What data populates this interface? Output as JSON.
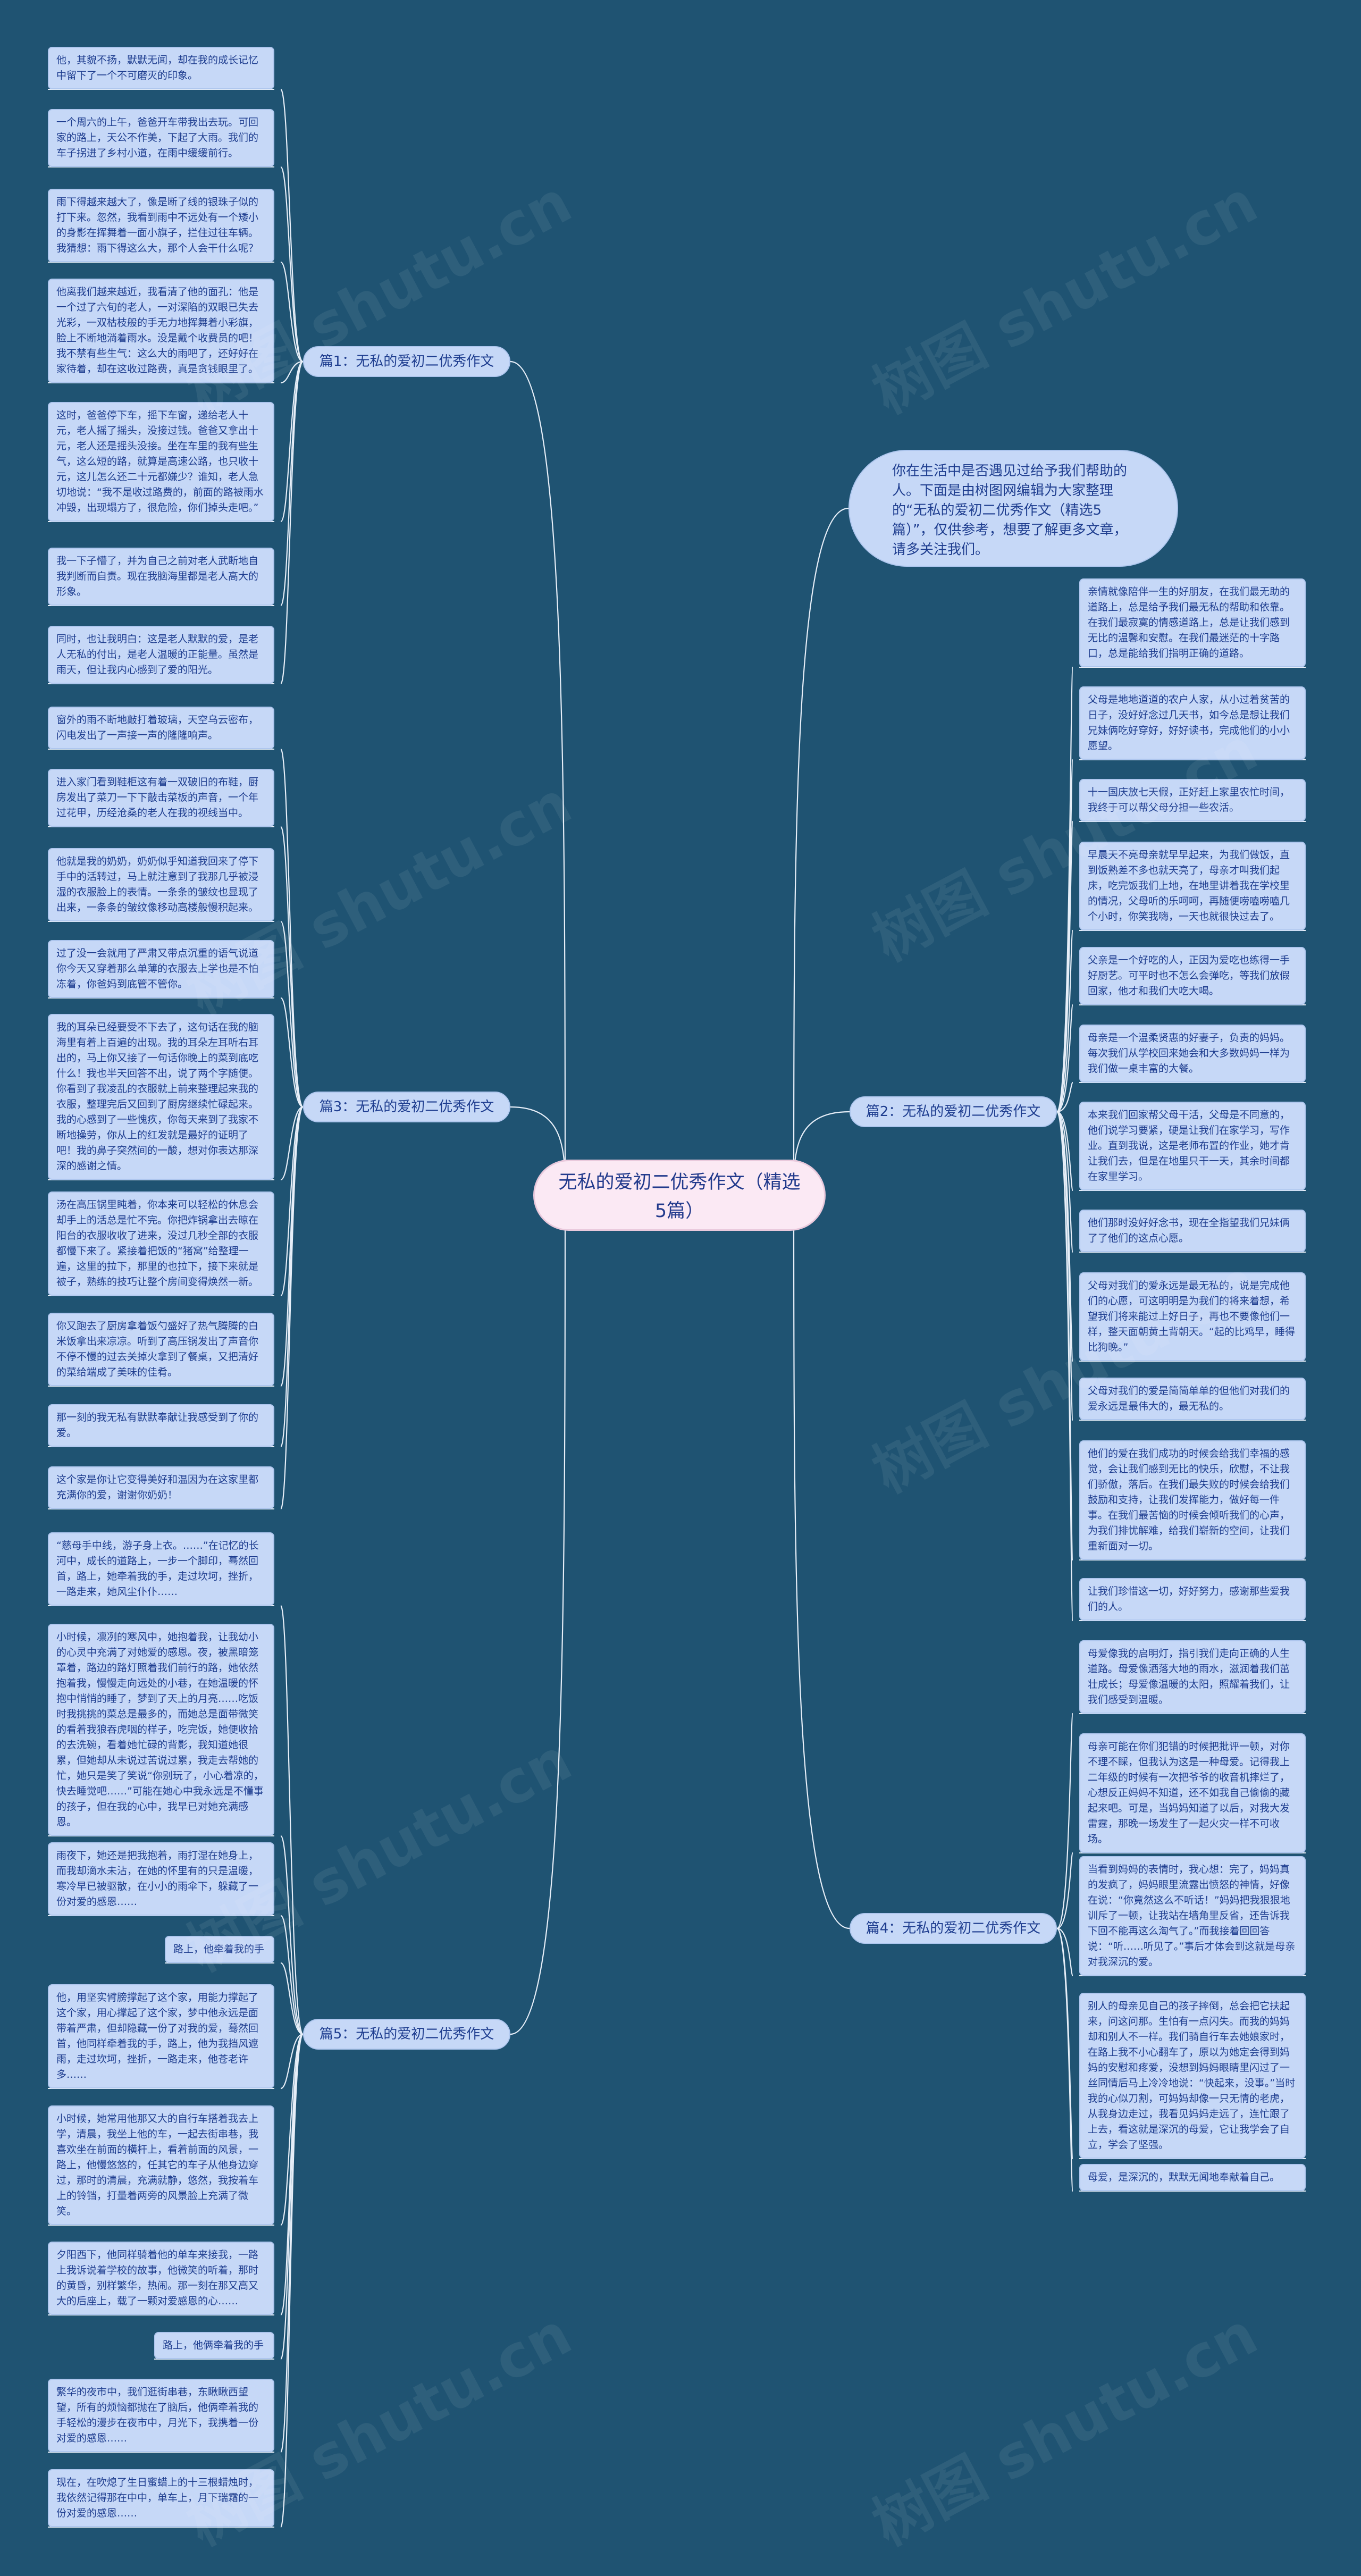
{
  "center": "无私的爱初二优秀作文（精选5篇）",
  "intro": "你在生活中是否遇见过给予我们帮助的人。下面是由树图网编辑为大家整理的“无私的爱初二优秀作文（精选5篇）”，仅供参考，想要了解更多文章，请多关注我们。",
  "branches": [
    {
      "label": "篇1：无私的爱初二优秀作文"
    },
    {
      "label": "篇2：无私的爱初二优秀作文"
    },
    {
      "label": "篇3：无私的爱初二优秀作文"
    },
    {
      "label": "篇4：无私的爱初二优秀作文"
    },
    {
      "label": "篇5：无私的爱初二优秀作文"
    }
  ],
  "leaves_b1": [
    "他，其貌不扬，默默无闻，却在我的成长记忆中留下了一个不可磨灭的印象。",
    "一个周六的上午，爸爸开车带我出去玩。可回家的路上，天公不作美，下起了大雨。我们的车子拐进了乡村小道，在雨中缓缓前行。",
    "雨下得越来越大了，像是断了线的银珠子似的打下来。忽然，我看到雨中不远处有一个矮小的身影在挥舞着一面小旗子，拦住过往车辆。我猜想：雨下得这么大，那个人会干什么呢？",
    "他离我们越来越近，我看清了他的面孔：他是一个过了六旬的老人，一对深陷的双眼已失去光彩，一双枯枝般的手无力地挥舞着小彩旗，脸上不断地淌着雨水。没是戴个收费员的吧！我不禁有些生气：这么大的雨吧了，还好好在家待着，却在这收过路费，真是贪钱眼里了。",
    "这时，爸爸停下车，摇下车窗，递给老人十元，老人摇了摇头，没接过钱。爸爸又拿出十元，老人还是摇头没接。坐在车里的我有些生气，这么短的路，就算是高速公路，也只收十元，这儿怎么还二十元都嫌少？谁知，老人急切地说：“我不是收过路费的，前面的路被雨水冲毁，出现塌方了，很危险，你们掉头走吧。”",
    "我一下子懵了，并为自己之前对老人武断地自我判断而自责。现在我脑海里都是老人高大的形象。",
    "同时，也让我明白：这是老人默默的爱，是老人无私的付出，是老人温暖的正能量。虽然是雨天，但让我内心感到了爱的阳光。"
  ],
  "leaves_b3": [
    "窗外的雨不断地敲打着玻璃，天空乌云密布，闪电发出了一声接一声的隆隆响声。",
    "进入家门看到鞋柜这有着一双破旧的布鞋，厨房发出了菜刀一下下敲击菜板的声音，一个年过花甲，历经沧桑的老人在我的视线当中。",
    "他就是我的奶奶，奶奶似乎知道我回来了停下手中的活转过，马上就注意到了我那几乎被浸湿的衣服脸上的表情。一条条的皱纹也显现了出来，一条条的皱纹像移动高楼般慢积起来。",
    "过了没一会就用了严肃又带点沉重的语气说道你今天又穿着那么单薄的衣服去上学也是不怕冻着，你爸妈到底管不管你。",
    "我的耳朵已经要受不下去了，这句话在我的脑海里有着上百遍的出现。我的耳朵左耳听右耳出的，马上你又接了一句话你晚上的菜到底吃什么！我也半天回答不出，说了两个字随便。你看到了我凌乱的衣服就上前来整理起来我的衣服，整理完后又回到了厨房继续忙碌起来。我的心感到了一些愧疚，你每天来到了我家不断地操劳，你从上的红发就是最好的证明了吧！我的鼻子突然间的一酸，想对你表达那深深的感谢之情。",
    "汤在高压锅里盹着，你本来可以轻松的休息会却手上的活总是忙不完。你把炸锅拿出去晾在阳台的衣服收收了进来，没过几秒全部的衣服都慢下来了。紧接着把饭的“猪窝”给整理一遍，这里的拉下，那里的也拉下，接下来就是被子，熟练的技巧让整个房间变得焕然一新。",
    "你又跑去了厨房拿着饭勺盛好了热气腾腾的白米饭拿出来凉凉。听到了高压锅发出了声音你不停不慢的过去关掉火拿到了餐桌，又把清好的菜给端成了美味的佳肴。",
    "那一刻的我无私有默默奉献让我感受到了你的爱。",
    "这个家是你让它变得美好和温因为在这家里都充满你的爱，谢谢你奶奶！"
  ],
  "leaves_b5": [
    "“慈母手中线，游子身上衣。……”在记忆的长河中，成长的道路上，一步一个脚印，蓦然回首，路上，她牵着我的手，走过坎坷，挫折，一路走来，她风尘仆仆……",
    "小时候，凛冽的寒风中，她抱着我，让我幼小的心灵中充满了对她爱的感恩。夜，被黑暗笼罩着，路边的路灯照着我们前行的路，她依然抱着我，慢慢走向远处的小巷，在她温暖的怀抱中悄悄的睡了，梦到了天上的月亮……吃饭时我挑挑的菜总是最多的，而她总是面带微笑的看着我狼吞虎咽的样子，吃完饭，她便收拾的去洗碗，看着她忙碌的背影，我知道她很累，但她却从未说过苦说过累，我走去帮她的忙，她只是笑了笑说“你别玩了，小心着凉的，快去睡觉吧……”可能在她心中我永远是不懂事的孩子，但在我的心中，我早已对她充满感恩。",
    "雨夜下，她还是把我抱着，雨打湿在她身上，而我却滴水未沾，在她的怀里有的只是温暖，寒冷早已被驱散，在小小的雨伞下，躲藏了一份对爱的感恩……",
    "路上，他牵着我的手",
    "他，用坚实臂膀撑起了这个家，用能力撑起了这个家，用心撑起了这个家，梦中他永远是面带着严肃，但却隐藏一份了对我的爱，蓦然回首，他同样牵着我的手，路上，他为我挡风遮雨，走过坎坷，挫折，一路走来，他苍老许多……",
    "小时候，她常用他那又大的自行车搭着我去上学，清晨，我坐上他的车，一起去街串巷，我喜欢坐在前面的横杆上，看着前面的风景，一路上，他慢悠悠的，任其它的车子从他身边穿过，那时的清晨，充满就静，悠然，我按着车上的铃铛，打量着两旁的风景脸上充满了微笑。",
    "夕阳西下，他同样骑着他的单车来接我，一路上我诉说着学校的故事，他微笑的听着，那时的黄昏，别样繁华，热闹。那一刻在那又高又大的后座上，载了一颗对爱感恩的心……",
    "路上，他俩牵着我的手",
    "繁华的夜市中，我们逛街串巷，东瞅瞅西望望，所有的烦恼都抛在了脑后，他俩牵着我的手轻松的漫步在夜市中，月光下，我携着一份对爱的感恩……",
    "现在，在吹熄了生日蜜蜡上的十三根蜡烛时，我依然记得那在中中，单车上，月下瑞霜的一份对爱的感恩……"
  ],
  "leaves_b2": [
    "亲情就像陪伴一生的好朋友，在我们最无助的道路上，总是给予我们最无私的帮助和依靠。在我们最寂寞的情感道路上，总是让我们感到无比的温馨和安慰。在我们最迷茫的十字路口，总是能给我们指明正确的道路。",
    "父母是地地道道的农户人家，从小过着贫苦的日子，没好好念过几天书，如今总是想让我们兄妹俩吃好穿好，好好读书，完成他们的小小愿望。",
    "十一国庆放七天假，正好赶上家里农忙时间，我终于可以帮父母分担一些农活。",
    "早晨天不亮母亲就早早起来，为我们做饭，直到饭熟差不多也就天亮了，母亲才叫我们起床，吃完饭我们上地，在地里讲着我在学校里的情况，父母听的乐呵呵，再随便唠嗑唠嗑几个小时，你笑我嗨，一天也就很快过去了。",
    "父亲是一个好吃的人，正因为爱吃也练得一手好厨艺。可平时也不怎么会弹吃，等我们放假回家，他才和我们大吃大喝。",
    "母亲是一个温柔贤惠的好妻子，负责的妈妈。每次我们从学校回来她会和大多数妈妈一样为我们做一桌丰富的大餐。",
    "本来我们回家帮父母干活，父母是不同意的，他们说学习要紧，硬是让我们在家学习，写作业。直到我说，这是老师布置的作业，她才肯让我们去，但是在地里只干一天，其余时间都在家里学习。",
    "他们那时没好好念书，现在全指望我们兄妹俩了了他们的这点心愿。",
    "父母对我们的爱永远是最无私的，说是完成他们的心愿，可这明明是为我们的将来着想，希望我们将来能过上好日子，再也不要像他们一样，整天面朝黄土背朝天。“起的比鸡早，睡得比狗晚。”",
    "父母对我们的爱是简简单单的但他们对我们的爱永远是最伟大的，最无私的。",
    "他们的爱在我们成功的时候会给我们幸福的感觉，会让我们感到无比的快乐，欣慰，不让我们骄傲，落后。在我们最失败的时候会给我们鼓励和支持，让我们发挥能力，做好每一件事。在我们最苦恼的时候会倾听我们的心声，为我们排忧解难，给我们崭新的空间，让我们重新面对一切。",
    "让我们珍惜这一切，好好努力，感谢那些爱我们的人。"
  ],
  "leaves_b4": [
    "母爱像我的启明灯，指引我们走向正确的人生道路。母爱像洒落大地的雨水，滋润着我们茁壮成长；母爱像温暖的太阳，照耀着我们，让我们感受到温暖。",
    "母亲可能在你们犯错的时候把批评一顿，对你不理不睬，但我认为这是一种母爱。记得我上二年级的时候有一次把爷爷的收音机摔烂了，心想反正妈妈不知道，还不如我自己偷偷的藏起来吧。可是，当妈妈知道了以后，对我大发雷霆，那晚一场发生了一起火灾一样不可收场。",
    "当看到妈妈的表情时，我心想：完了，妈妈真的发疯了，妈妈眼里流露出愤怒的神情，好像在说：“你竟然这么不听话！”妈妈把我狠狠地训斥了一顿，让我站在墙角里反省，还告诉我下回不能再这么淘气了。”而我接着回回答说：“听……听见了。”事后才体会到这就是母亲对我深沉的爱。",
    "别人的母亲见自己的孩子摔倒，总会把它扶起来，问这问那。生怕有一点闪失。而我的妈妈却和别人不一样。我们骑自行车去她娘家时，在路上我不小心翻车了，原以为她定会得到妈妈的安慰和疼爱，没想到妈妈眼睛里闪过了一丝同情后马上冷冷地说：“快起来，没事。”当时我的心似刀割，可妈妈却像一只无情的老虎，从我身边走过，我看见妈妈走远了，连忙跟了上去，看这就是深沉的母爱，它让我学会了自立，学会了坚强。",
    "母爱，是深沉的，默默无闻地奉献着自己。"
  ],
  "watermarks": [
    "树图 shutu.cn",
    "树图 shutu.cn",
    "树图 shutu.cn",
    "树图 shutu.cn",
    "树图 shutu.cn",
    "树图 shutu.cn",
    "树图 shutu.cn",
    "树图 shutu.cn"
  ]
}
